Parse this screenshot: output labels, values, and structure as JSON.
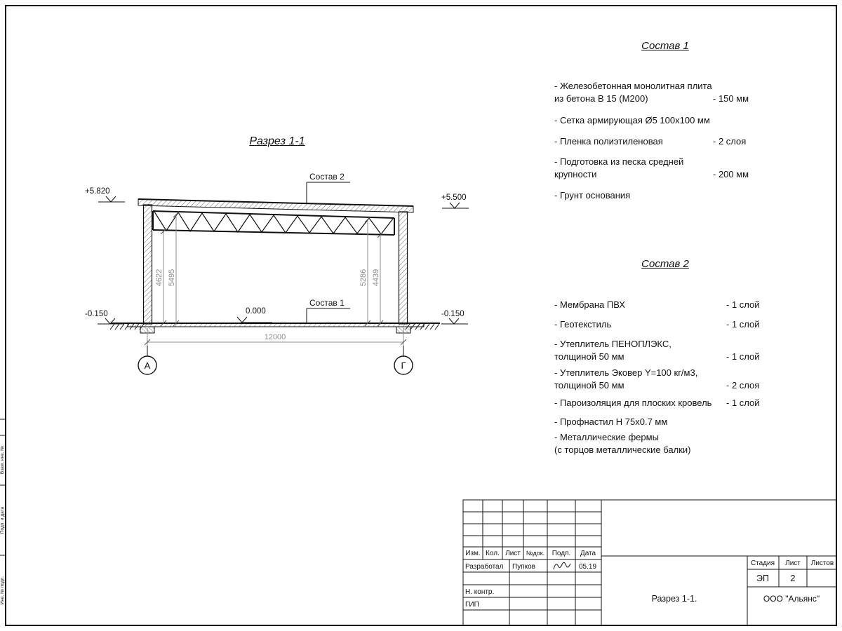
{
  "drawing": {
    "section_title": "Разрез 1-1",
    "elevations": {
      "top_left": "+5.820",
      "top_right": "+5.500",
      "zero": "0.000",
      "bottom_left": "-0.150",
      "bottom_right": "-0.150"
    },
    "callouts": {
      "roof": "Состав 2",
      "floor": "Состав 1"
    },
    "dimensions": {
      "left_inner": "4622",
      "left_outer": "5495",
      "right_inner": "5286",
      "right_outer": "4439",
      "span": "12000"
    },
    "axes": {
      "left": "А",
      "right": "Г"
    }
  },
  "sostav1": {
    "heading": "Состав 1",
    "items": [
      {
        "text": "- Железобетонная  монолитная плита\n  из бетона В 15 (М200)",
        "qty": "- 150 мм"
      },
      {
        "text": "- Сетка армирующая Ø5 100x100 мм",
        "qty": ""
      },
      {
        "text": "- Пленка полиэтиленовая",
        "qty": "- 2 слоя"
      },
      {
        "text": "- Подготовка из песка средней\n  крупности",
        "qty": "- 200 мм"
      },
      {
        "text": "- Грунт основания",
        "qty": ""
      }
    ]
  },
  "sostav2": {
    "heading": "Состав 2",
    "items": [
      {
        "text": "- Мембрана ПВХ",
        "qty": "- 1 слой"
      },
      {
        "text": "- Геотекстиль",
        "qty": "- 1 слой"
      },
      {
        "text": "- Утеплитель ПЕНОПЛЭКС,\n  толщиной 50 мм",
        "qty": "- 1 слой"
      },
      {
        "text": "- Утеплитель Эковер Y=100 кг/м3,\n  толщиной 50 мм",
        "qty": "- 2 слоя"
      },
      {
        "text": "- Пароизоляция для плоских кровель",
        "qty": "- 1 слой"
      },
      {
        "text": "- Профнастил Н 75x0.7 мм",
        "qty": ""
      },
      {
        "text": "- Металлические фермы\n  (с торцов металлические балки)",
        "qty": ""
      }
    ]
  },
  "titleblock": {
    "cols": {
      "izm": "Изм.",
      "kol": "Кол.",
      "list": "Лист",
      "ndok": "№док.",
      "podp": "Подп.",
      "data": "Дата"
    },
    "rows": {
      "developed": "Разработал",
      "developer": "Пупков",
      "date": "05.19",
      "ncontr": "Н. контр.",
      "gip": "ГИП"
    },
    "stamp": {
      "stadia_label": "Стадия",
      "list_label": "Лист",
      "listov_label": "Листов",
      "stadia": "ЭП",
      "list": "2",
      "title": "Разрез 1-1.",
      "company": "ООО \"Альянс\""
    }
  },
  "margin": {
    "cell1": "Взам. инв. №",
    "cell2": "Подп. и дата",
    "cell3": "Инв. № подл."
  }
}
